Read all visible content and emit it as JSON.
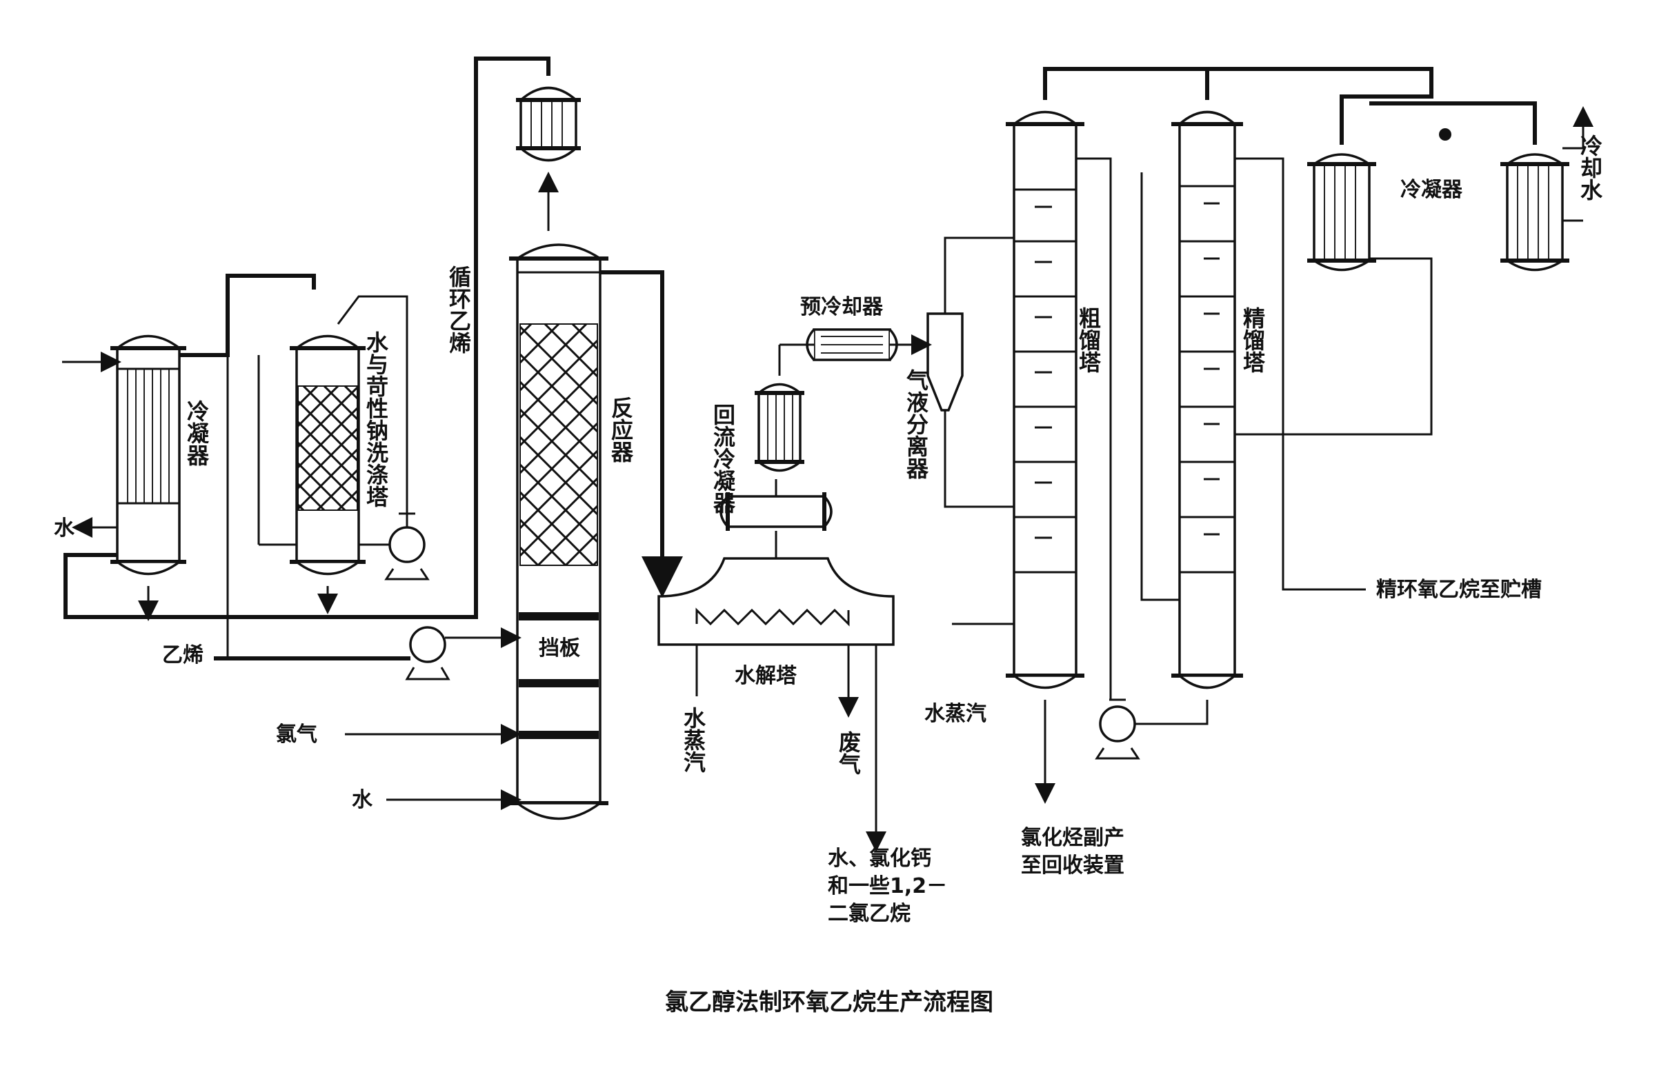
{
  "title": "氯乙醇法制环氧乙烷生产流程图",
  "labels": {
    "condenser_left": "冷凝器",
    "caustic_wash_tower": "水与苛性钠洗涤塔",
    "recycle_ethylene": "循环乙烯",
    "reactor": "反应器",
    "baffle": "挡板",
    "ethylene": "乙烯",
    "chlorine": "氯气",
    "water_bottom": "水",
    "water_left": "水",
    "reflux_condenser": "回流冷凝器",
    "precooler": "预冷却器",
    "gas_liquid_separator": "气液分离器",
    "hydrolysis_tower": "水解塔",
    "steam_hydrolysis": "水蒸汽",
    "waste_gas": "废气",
    "outlet_line1": "水、氯化钙",
    "outlet_line2": "和一些1,2－",
    "outlet_line3": "二氯乙烷",
    "crude_tower": "粗馏塔",
    "fine_tower": "精馏塔",
    "condenser_right": "冷凝器",
    "cooling_water": "冷却水",
    "steam_crude": "水蒸汽",
    "byproduct_line1": "氯化烃副产",
    "byproduct_line2": "至回收装置",
    "product": "精环氧乙烷至贮槽"
  }
}
